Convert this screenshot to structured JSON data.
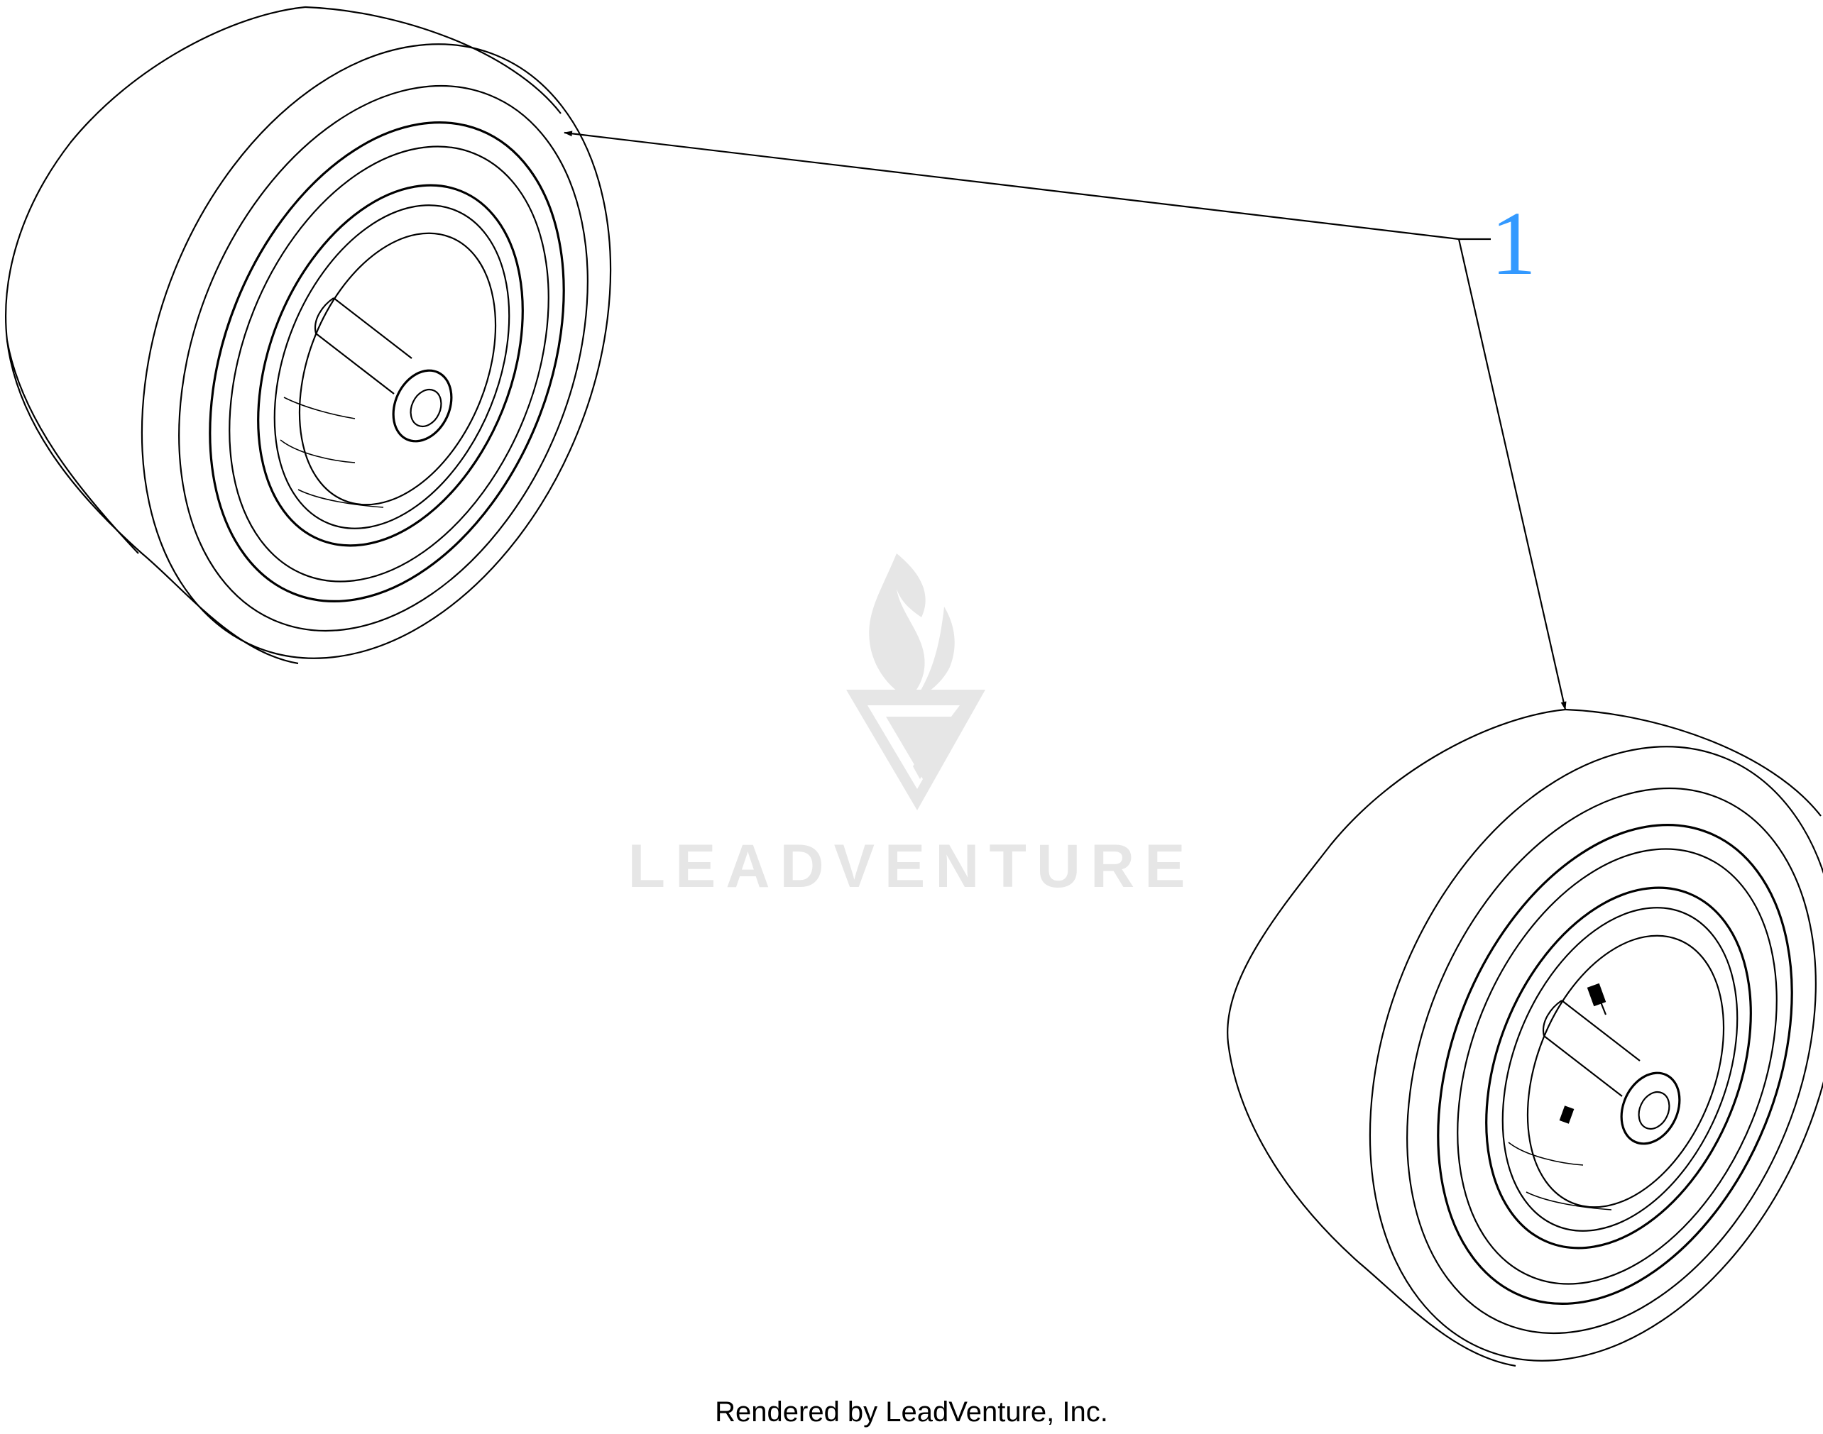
{
  "callout": {
    "label": "1",
    "color": "#3399ff"
  },
  "watermark": {
    "brand": "LEADVENTURE",
    "color": "#e6e6e6"
  },
  "footer": {
    "credit": "Rendered by LeadVenture, Inc."
  },
  "parts": [
    {
      "callout": "1",
      "name": "wheel-assembly-left"
    },
    {
      "callout": "1",
      "name": "wheel-assembly-right"
    }
  ]
}
